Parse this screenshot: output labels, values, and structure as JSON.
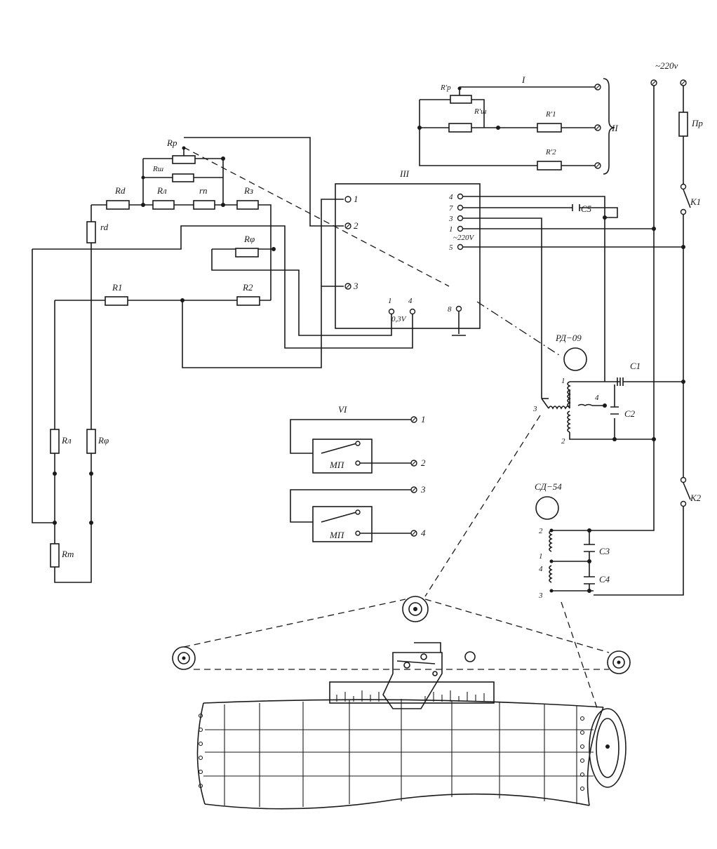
{
  "labels": {
    "main_resistors": {
      "rp": "Rp",
      "rsh": "Rш",
      "rd": "Rd",
      "rl": "Rл",
      "rn": "rп",
      "rz": "Rз",
      "rd_vertical": "rd",
      "r_phi": "Rφ",
      "r1": "R1",
      "r2": "R2",
      "rl_left": "Rл",
      "rf_left": "Rφ",
      "rt": "Rт"
    },
    "block_ii": {
      "heading": "II",
      "rp_prime": "R'p",
      "rsh_prime": "R'ш",
      "r1_prime": "R'1",
      "r2_prime": "R'2",
      "line_one": "I"
    },
    "block_iii": {
      "title": "III",
      "pin_1": "1",
      "pin_2": "2",
      "pin_3": "3",
      "pin_4": "4",
      "pin_7": "7",
      "pin_3r": "3",
      "pin_1r": "1",
      "pin_5": "5",
      "pin_8": "8",
      "supply_label": "~220V",
      "mv_pin_1": "1",
      "mv_pin_4": "4",
      "mv_label": "0,3V"
    },
    "block_vi": {
      "title": "VI",
      "relay_1": "МП",
      "relay_2": "МП",
      "term_1": "1",
      "term_2": "2",
      "term_3": "3",
      "term_4": "4"
    },
    "power": {
      "supply": "~220v",
      "fuse": "Пр",
      "k1": "K1",
      "k2": "K2",
      "c5": "C5"
    },
    "motor_rd": {
      "name": "РД−09",
      "w1": "1",
      "w2": "2",
      "w3": "3",
      "w4": "4",
      "c1": "C1",
      "c2": "C2"
    },
    "motor_sd": {
      "name": "СД−54",
      "w2": "2",
      "w1": "1",
      "w4": "4",
      "w3": "3",
      "c3": "C3",
      "c4": "C4"
    }
  }
}
